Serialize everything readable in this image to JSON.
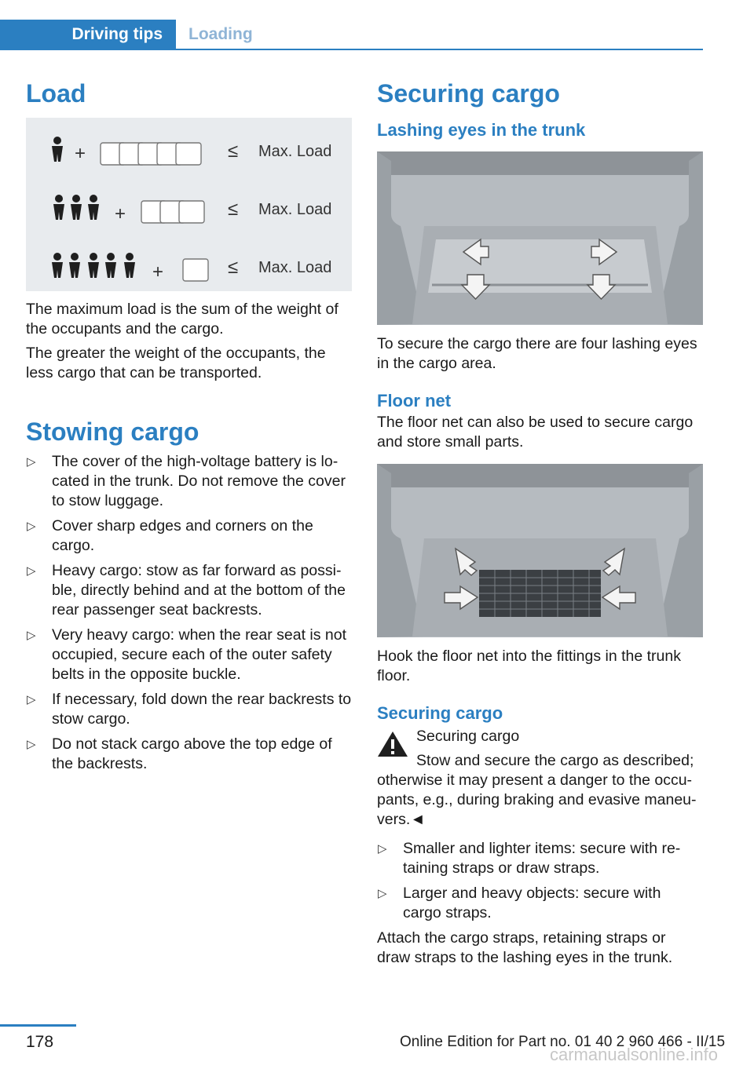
{
  "header": {
    "tab_active": "Driving tips",
    "tab_inactive": "Loading"
  },
  "left": {
    "load_title": "Load",
    "load_fig": {
      "rows": [
        {
          "label": "Max. Load"
        },
        {
          "label": "Max. Load"
        },
        {
          "label": "Max. Load"
        }
      ]
    },
    "load_p1": "The maximum load is the sum of the weight of the occupants and the cargo.",
    "load_p2": "The greater the weight of the occupants, the less cargo that can be transported.",
    "stowing_title": "Stowing cargo",
    "stowing_items": [
      "The cover of the high-voltage battery is lo‐cated in the trunk. Do not remove the cover to stow luggage.",
      "Cover sharp edges and corners on the cargo.",
      "Heavy cargo: stow as far forward as possi‐ble, directly behind and at the bottom of the rear passenger seat backrests.",
      "Very heavy cargo: when the rear seat is not occupied, secure each of the outer safety belts in the opposite buckle.",
      "If necessary, fold down the rear backrests to stow cargo.",
      "Do not stack cargo above the top edge of the backrests."
    ]
  },
  "right": {
    "title": "Securing cargo",
    "lashing_title": "Lashing eyes in the trunk",
    "lashing_p": "To secure the cargo there are four lashing eyes in the cargo area.",
    "floor_net_title": "Floor net",
    "floor_net_p": "The floor net can also be used to secure cargo and store small parts.",
    "hook_p": "Hook the floor net into the fittings in the trunk floor.",
    "securing_sub": "Securing cargo",
    "warn_title": "Securing cargo",
    "warn_text_a": "Stow and secure the cargo as described;",
    "warn_text_b": "otherwise it may present a danger to the occu‐pants, e.g., during braking and evasive maneu‐vers.◄",
    "items": [
      "Smaller and lighter items: secure with re‐taining straps or draw straps.",
      "Larger and heavy objects: secure with cargo straps."
    ],
    "attach_p": "Attach the cargo straps, retaining straps or draw straps to the lashing eyes in the trunk."
  },
  "footer": {
    "page_number": "178",
    "edition": "Online Edition for Part no. 01 40 2 960 466 - II/15",
    "watermark": "carmanualsonline.info"
  },
  "colors": {
    "accent": "#2b7fc1"
  }
}
